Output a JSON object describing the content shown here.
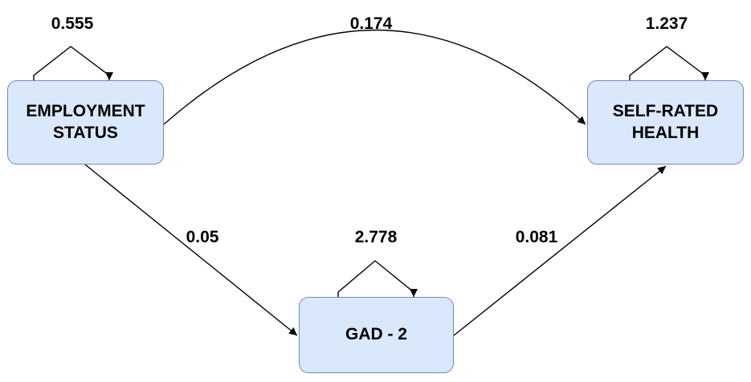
{
  "nodes": {
    "employment_status": {
      "line1": "EMPLOYMENT",
      "line2": "STATUS"
    },
    "self_rated_health": {
      "line1": "SELF-RATED",
      "line2": "HEALTH"
    },
    "gad2": {
      "label": "GAD - 2"
    }
  },
  "variances": {
    "employment_status": "0.555",
    "self_rated_health": "1.237",
    "gad2": "2.778"
  },
  "paths": {
    "employment_to_health": "0.174",
    "employment_to_gad2": "0.05",
    "gad2_to_health": "0.081"
  },
  "colors": {
    "node_fill": "#dae8fc",
    "node_border": "#6c8ebf",
    "edge": "#000000"
  }
}
